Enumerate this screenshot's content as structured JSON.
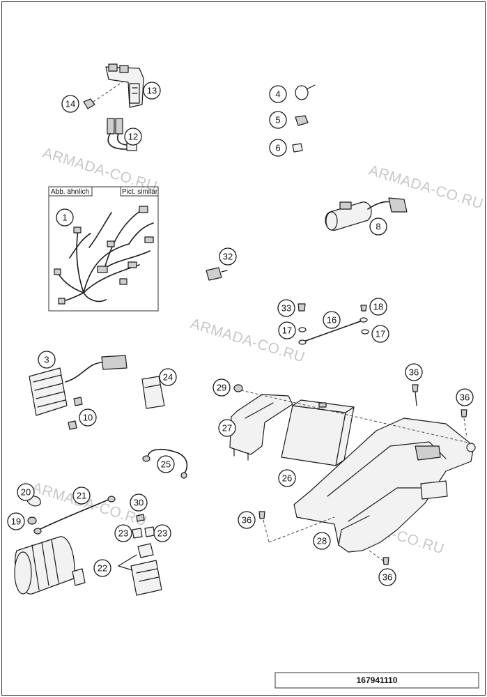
{
  "watermarks": [
    "ARMADA-CO.RU",
    "ARMADA-CO.RU",
    "ARMADA-CO.RU",
    "ARMADA-CO.RU",
    "ARMADA-CO.RU"
  ],
  "inset": {
    "label_left": "Abb. ähnlich",
    "label_right": "Pict. similar"
  },
  "callouts": [
    "1",
    "3",
    "4",
    "5",
    "6",
    "8",
    "10",
    "12",
    "13",
    "14",
    "16",
    "17",
    "17",
    "18",
    "19",
    "20",
    "21",
    "22",
    "23",
    "23",
    "24",
    "25",
    "26",
    "27",
    "28",
    "29",
    "30",
    "32",
    "33",
    "36",
    "36",
    "36",
    "36"
  ],
  "catalog_number": "167941110"
}
